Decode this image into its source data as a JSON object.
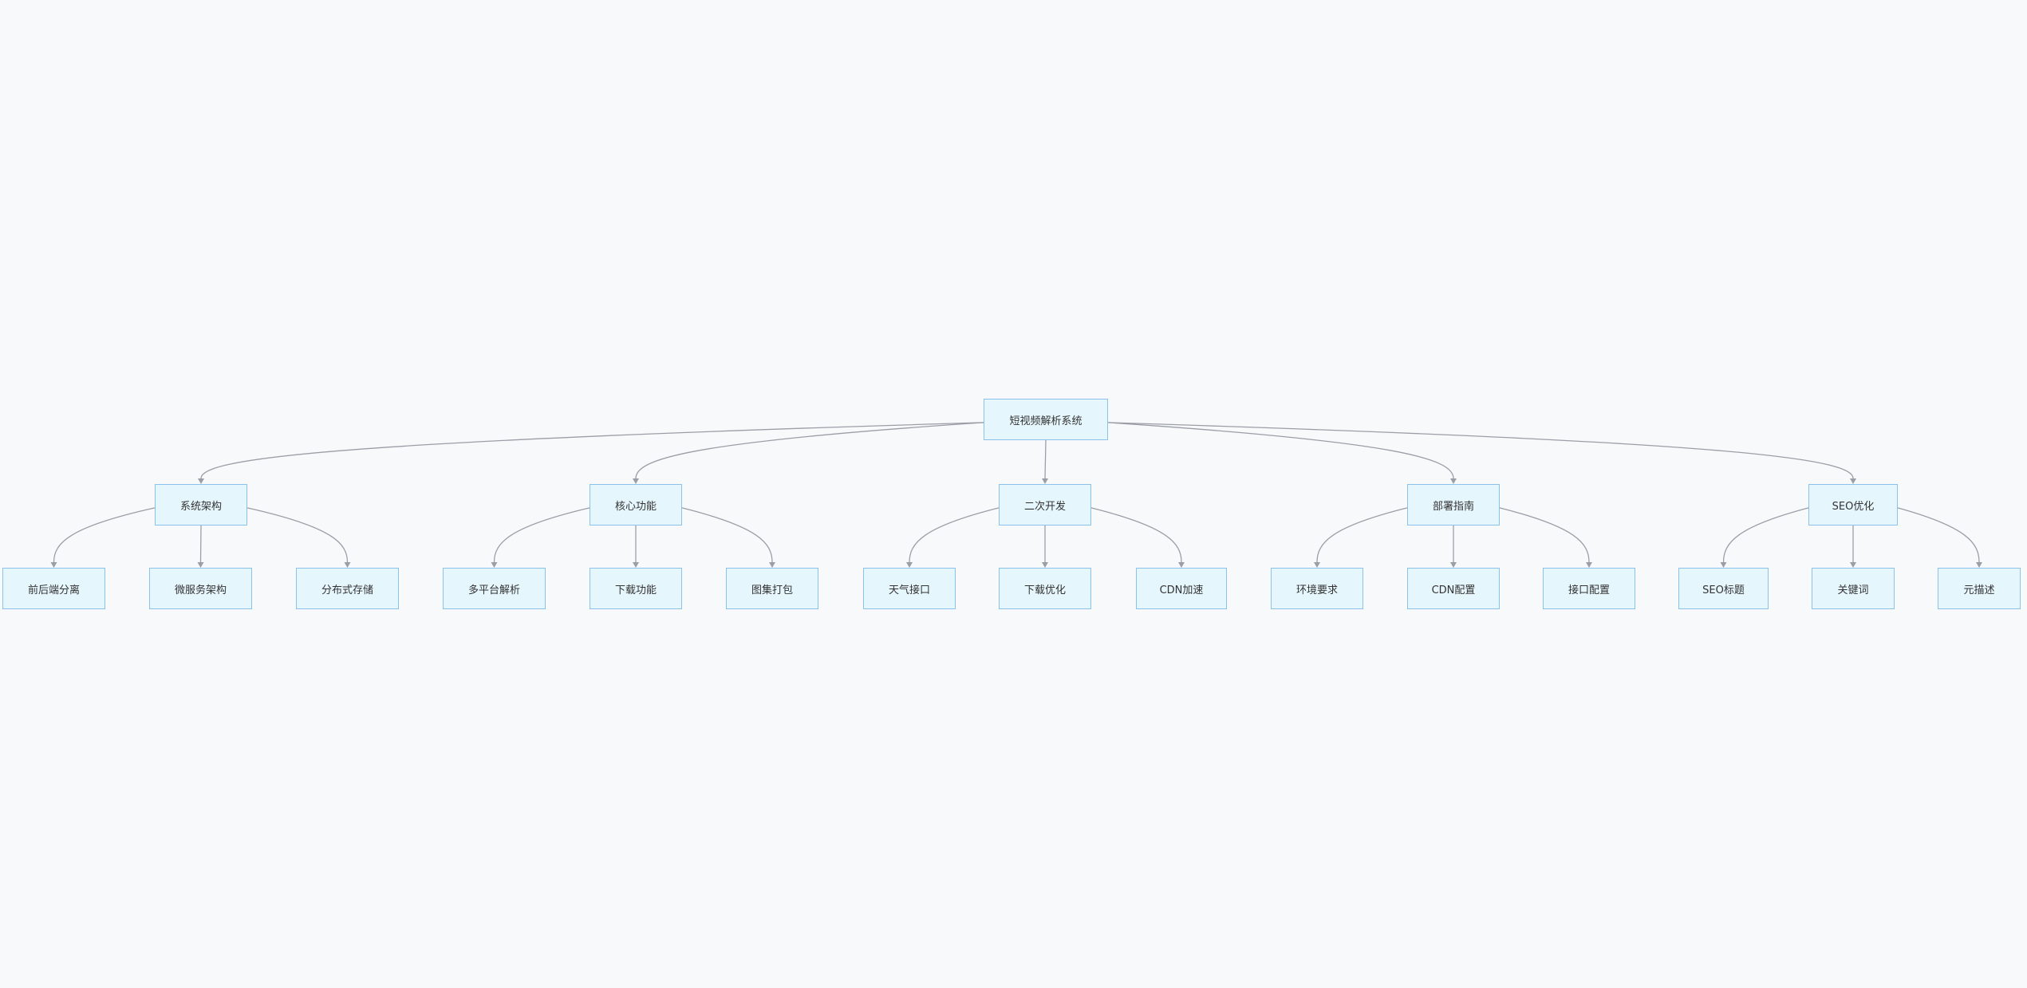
{
  "diagram": {
    "root": {
      "id": "root",
      "label": "短视频解析系统"
    },
    "branches": [
      {
        "id": "arch",
        "label": "系统架构",
        "children": [
          {
            "id": "arch-1",
            "label": "前后端分离"
          },
          {
            "id": "arch-2",
            "label": "微服务架构"
          },
          {
            "id": "arch-3",
            "label": "分布式存储"
          }
        ]
      },
      {
        "id": "core",
        "label": "核心功能",
        "children": [
          {
            "id": "core-1",
            "label": "多平台解析"
          },
          {
            "id": "core-2",
            "label": "下载功能"
          },
          {
            "id": "core-3",
            "label": "图集打包"
          }
        ]
      },
      {
        "id": "dev",
        "label": "二次开发",
        "children": [
          {
            "id": "dev-1",
            "label": "天气接口"
          },
          {
            "id": "dev-2",
            "label": "下载优化"
          },
          {
            "id": "dev-3",
            "label": "CDN加速"
          }
        ]
      },
      {
        "id": "deploy",
        "label": "部署指南",
        "children": [
          {
            "id": "deploy-1",
            "label": "环境要求"
          },
          {
            "id": "deploy-2",
            "label": "CDN配置"
          },
          {
            "id": "deploy-3",
            "label": "接口配置"
          }
        ]
      },
      {
        "id": "seo",
        "label": "SEO优化",
        "children": [
          {
            "id": "seo-1",
            "label": "SEO标题"
          },
          {
            "id": "seo-2",
            "label": "关键词"
          },
          {
            "id": "seo-3",
            "label": "元描述"
          }
        ]
      }
    ]
  }
}
